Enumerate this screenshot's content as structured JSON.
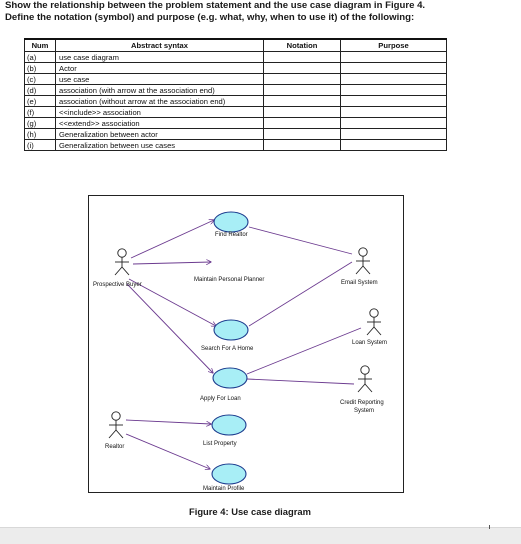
{
  "question": {
    "line1": "Show the relationship between the problem statement and the use case diagram in Figure 4.",
    "line2": "Define the notation (symbol) and purpose (e.g. what, why, when to use it) of the following:"
  },
  "table": {
    "headers": [
      "Num",
      "Abstract syntax",
      "Notation",
      "Purpose"
    ],
    "rows": [
      {
        "num": "(a)",
        "syntax": "use case diagram"
      },
      {
        "num": "(b)",
        "syntax": "Actor"
      },
      {
        "num": "(c)",
        "syntax": "use case"
      },
      {
        "num": "(d)",
        "syntax": "association (with arrow at the association end)"
      },
      {
        "num": "(e)",
        "syntax": "association (without arrow at the association end)"
      },
      {
        "num": "(f)",
        "syntax": "<<include>> association"
      },
      {
        "num": "(g)",
        "syntax": "<<extend>> association"
      },
      {
        "num": "(h)",
        "syntax": "Generalization between actor"
      },
      {
        "num": "(i)",
        "syntax": "Generalization between use cases"
      }
    ]
  },
  "diagram": {
    "use_cases": [
      "Find Realtor",
      "Maintain Personal Planner",
      "Search For A Home",
      "Apply For Loan",
      "List Property",
      "Maintain Profile"
    ],
    "actors": [
      "Prospective Buyer",
      "Realtor",
      "Email System",
      "Loan System",
      "Credit Reporting System"
    ],
    "credit_label_line1": "Credit Reporting",
    "credit_label_line2": "System",
    "caption": "Figure 4: Use case diagram",
    "colors": {
      "use_case_fill": "#a8eef6",
      "use_case_stroke": "#1c3b8e",
      "association": "#6b3a8f"
    }
  }
}
